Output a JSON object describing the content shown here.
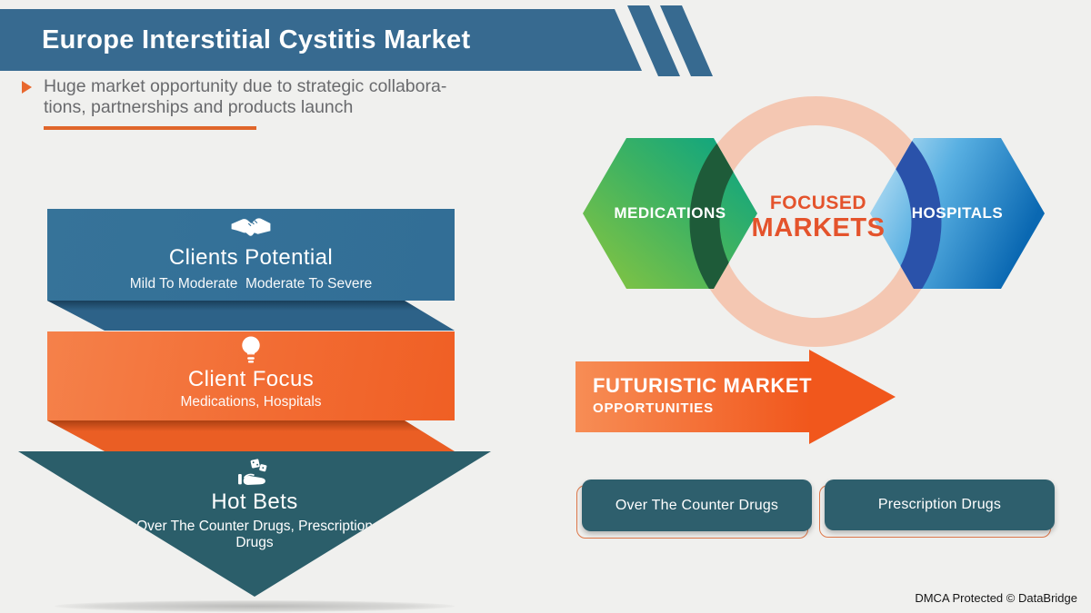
{
  "header": {
    "title": "Europe Interstitial Cystitis Market"
  },
  "subtitle": {
    "line1": "Huge market opportunity due to strategic collabora-",
    "line2": "tions, partnerships and products launch"
  },
  "funnel": {
    "levels": [
      {
        "title": "Clients Potential",
        "subtitle": "Mild To Moderate  Moderate To Severe",
        "icon": "handshake-icon",
        "color": "#33719a"
      },
      {
        "title": "Client Focus",
        "subtitle": "Medications, Hospitals",
        "icon": "lightbulb-icon",
        "color": "#f26c33"
      },
      {
        "title": "Hot Bets",
        "subtitle": "Over The Counter Drugs, Prescription Drugs",
        "icon": "hand-dice-icon",
        "color": "#2b5e6a"
      }
    ]
  },
  "focus_diagram": {
    "left_hexagon_label": "MEDICATIONS",
    "right_hexagon_label": "HOSPITALS",
    "center_line1": "FOCUSED",
    "center_line2": "MARKETS",
    "ring_color": "#f4c7b2",
    "accent_color": "#e4532c",
    "green_gradient": [
      "#8cc63e",
      "#05a287"
    ],
    "blue_gradient": [
      "#c9e8f7",
      "#0a68b2"
    ]
  },
  "arrow": {
    "line1": "FUTURISTIC MARKET",
    "line2": "OPPORTUNITIES",
    "color": "#f1571c"
  },
  "buttons": [
    {
      "label": "Over The Counter Drugs"
    },
    {
      "label": "Prescription Drugs"
    }
  ],
  "footer": {
    "dmca": "DMCA Protected © DataBridge"
  }
}
